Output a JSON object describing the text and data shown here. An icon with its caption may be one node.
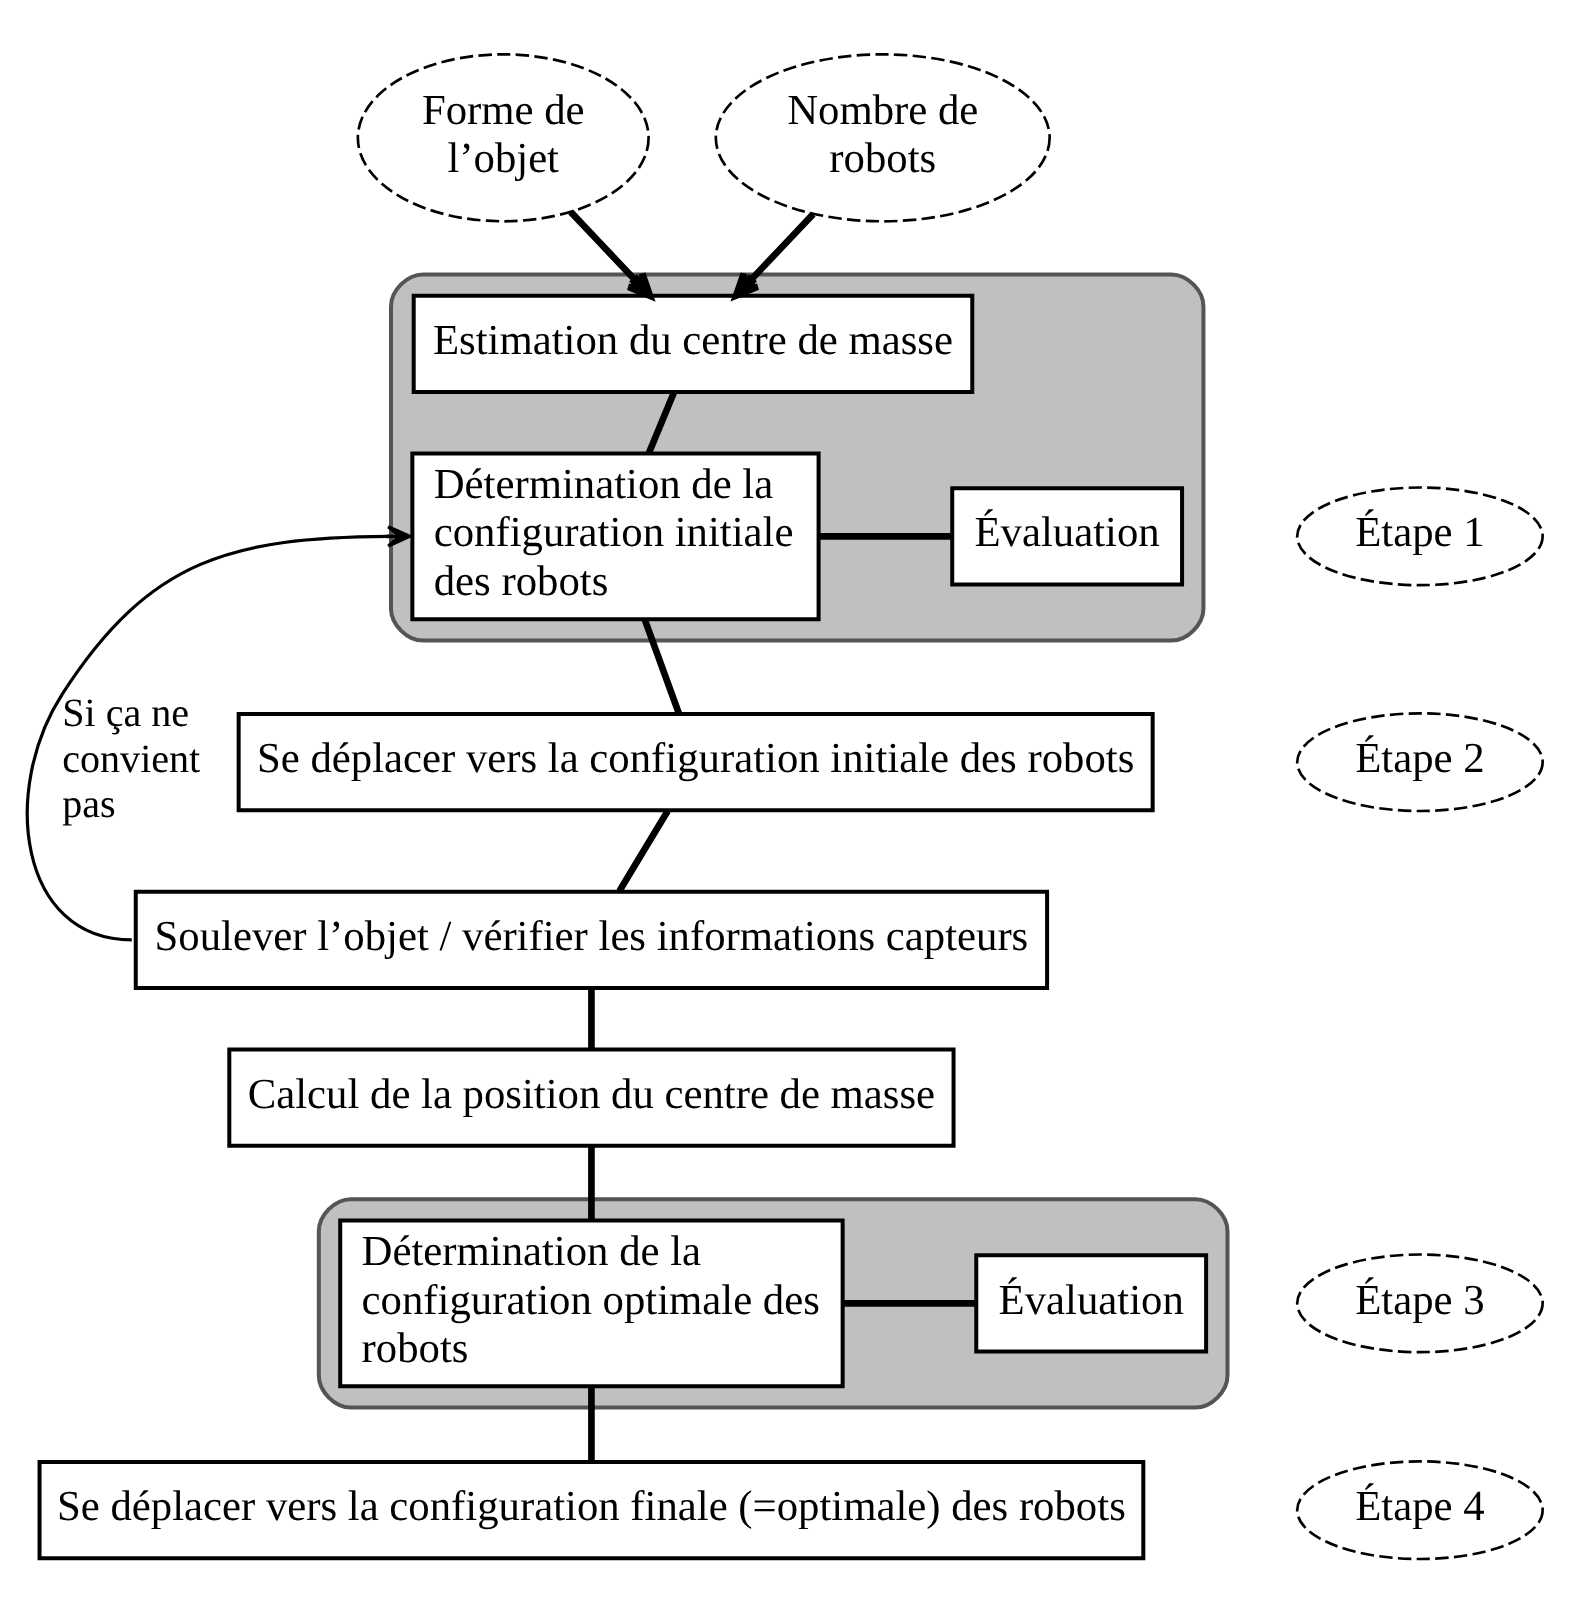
{
  "diagram": {
    "nodes": [
      {
        "text": [
          "Forme de l’objet"
        ]
      },
      {
        "text": [
          "Nombre de robots"
        ]
      },
      {
        "text": [],
        "shape": "box"
      },
      {
        "text": [
          "Estimation du centre de masse"
        ],
        "in": 2
      },
      {
        "text": [
          "Détermination de la configuration initiale des robots"
        ],
        "in": 2
      },
      {
        "text": [
          "Évaluation"
        ],
        "in": 2
      },
      {
        "text": [
          "Étape 1"
        ]
      },
      {
        "text": [
          "Se déplacer vers la configuration initiale des robots"
        ]
      },
      {
        "text": [
          "Étape 2"
        ]
      },
      {
        "text": [
          "Soulever l’objet / vérifier les informations capteurs"
        ]
      },
      {
        "text": [
          "Calcul de la position du centre de masse"
        ]
      },
      {
        "text": [],
        "shape": "box"
      },
      {
        "text": [
          "Détermination de la configuration optimale des robots"
        ],
        "in": 11
      },
      {
        "text": [
          "Évaluation"
        ],
        "in": 11
      },
      {
        "text": [
          "Étape 3"
        ]
      },
      {
        "text": [
          "Se déplacer vers la configuration finale (=optimale) des robots"
        ]
      },
      {
        "text": [
          "Étape 4"
        ]
      }
    ],
    "edges": [
      {
        "from": 0,
        "to": 3,
        "arrow": "to"
      },
      {
        "from": 1,
        "to": 3,
        "arrow": "to"
      },
      {
        "from": 3,
        "to": 4,
        "arrow": "none"
      },
      {
        "from": 4,
        "to": 5,
        "arrow": "none"
      },
      {
        "from": 4,
        "to": 7,
        "arrow": "none"
      },
      {
        "from": 7,
        "to": 9,
        "arrow": "none"
      },
      {
        "from": 9,
        "to": 4,
        "arrow": "to",
        "label": "Si ça ne convient pas"
      },
      {
        "from": 9,
        "to": 10,
        "arrow": "none"
      },
      {
        "from": 10,
        "to": 12,
        "arrow": "none"
      },
      {
        "from": 12,
        "to": 13,
        "arrow": "none"
      },
      {
        "from": 12,
        "to": 15,
        "arrow": "none"
      }
    ]
  }
}
